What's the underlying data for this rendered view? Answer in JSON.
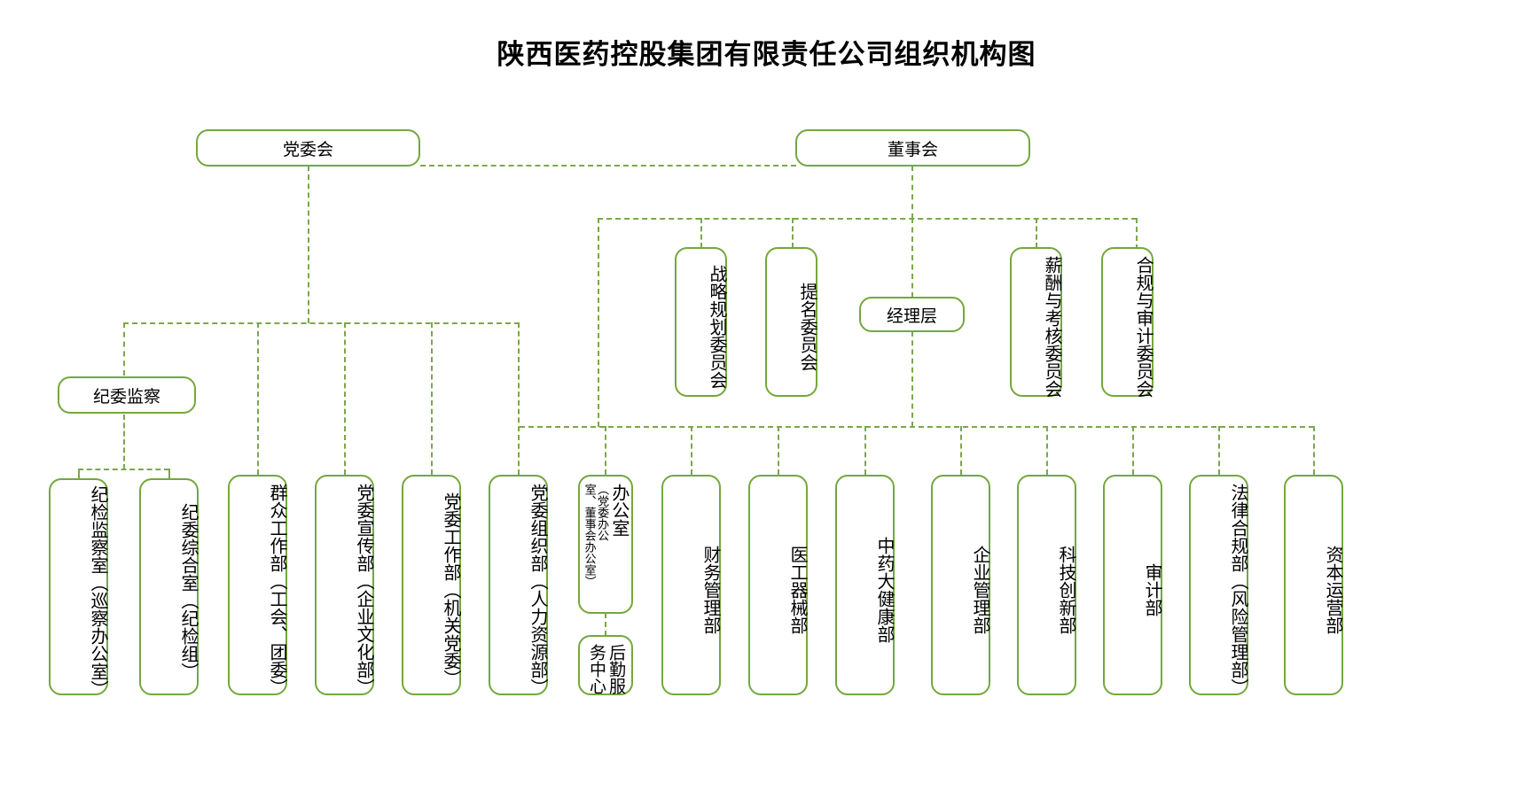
{
  "title": "陕西医药控股集团有限责任公司组织机构图",
  "theme": {
    "line_color": "#7aa84a",
    "box_border_color": "#73a83c",
    "background": "#ffffff",
    "text_color": "#000000"
  },
  "chart_data": {
    "type": "diagram",
    "diagram_kind": "organization-chart",
    "title": "陕西医药控股集团有限责任公司组织机构图",
    "nodes": [
      {
        "id": "n1",
        "label": "党委会",
        "level": "top",
        "orientation": "horizontal"
      },
      {
        "id": "n2",
        "label": "董事会",
        "level": "top",
        "orientation": "horizontal"
      },
      {
        "id": "n3",
        "label": "战略规划委员会",
        "level": "committee",
        "orientation": "vertical"
      },
      {
        "id": "n4",
        "label": "提名委员会",
        "level": "committee",
        "orientation": "vertical"
      },
      {
        "id": "n5",
        "label": "经理层",
        "level": "committee",
        "orientation": "horizontal"
      },
      {
        "id": "n6",
        "label": "薪酬与考核委员会",
        "level": "committee",
        "orientation": "vertical"
      },
      {
        "id": "n7",
        "label": "合规与审计委员会",
        "level": "committee",
        "orientation": "vertical"
      },
      {
        "id": "n8",
        "label": "纪委监察",
        "level": "mid",
        "orientation": "horizontal"
      },
      {
        "id": "n9",
        "label": "纪检监察室（巡察办公室）",
        "level": "dept",
        "orientation": "vertical"
      },
      {
        "id": "n10",
        "label": "纪委综合室（纪检组）",
        "level": "dept",
        "orientation": "vertical"
      },
      {
        "id": "n11",
        "label": "群众工作部（工会、团委）",
        "level": "dept",
        "orientation": "vertical"
      },
      {
        "id": "n12",
        "label": "党委宣传部（企业文化部）",
        "level": "dept",
        "orientation": "vertical"
      },
      {
        "id": "n13",
        "label": "党委工作部（机关党委）",
        "level": "dept",
        "orientation": "vertical"
      },
      {
        "id": "n14",
        "label": "党委组织部（人力资源部）",
        "level": "dept",
        "orientation": "vertical"
      },
      {
        "id": "n15",
        "label": "办公室（党委办公室、董事会办公室）",
        "level": "dept",
        "orientation": "vertical-two-column"
      },
      {
        "id": "n16",
        "label": "后勤服务中心",
        "level": "sub-dept",
        "orientation": "vertical-two-column"
      },
      {
        "id": "n17",
        "label": "财务管理部",
        "level": "dept",
        "orientation": "vertical"
      },
      {
        "id": "n18",
        "label": "医工器械部",
        "level": "dept",
        "orientation": "vertical"
      },
      {
        "id": "n19",
        "label": "中药大健康部",
        "level": "dept",
        "orientation": "vertical"
      },
      {
        "id": "n20",
        "label": "企业管理部",
        "level": "dept",
        "orientation": "vertical"
      },
      {
        "id": "n21",
        "label": "科技创新部",
        "level": "dept",
        "orientation": "vertical"
      },
      {
        "id": "n22",
        "label": "审计部",
        "level": "dept",
        "orientation": "vertical"
      },
      {
        "id": "n23",
        "label": "法律合规部（风险管理部）",
        "level": "dept",
        "orientation": "vertical"
      },
      {
        "id": "n24",
        "label": "资本运营部",
        "level": "dept",
        "orientation": "vertical"
      }
    ],
    "edges": [
      {
        "from": "n1",
        "to": "n2",
        "style": "dashed"
      },
      {
        "from": "n2",
        "to": "n3",
        "style": "dashed"
      },
      {
        "from": "n2",
        "to": "n4",
        "style": "dashed"
      },
      {
        "from": "n2",
        "to": "n5",
        "style": "dashed"
      },
      {
        "from": "n2",
        "to": "n6",
        "style": "dashed"
      },
      {
        "from": "n2",
        "to": "n7",
        "style": "dashed"
      },
      {
        "from": "n1",
        "to": "n8",
        "style": "dashed"
      },
      {
        "from": "n8",
        "to": "n9",
        "style": "dashed"
      },
      {
        "from": "n8",
        "to": "n10",
        "style": "dashed"
      },
      {
        "from": "n1",
        "to": "n11",
        "style": "dashed"
      },
      {
        "from": "n1",
        "to": "n12",
        "style": "dashed"
      },
      {
        "from": "n1",
        "to": "n13",
        "style": "dashed"
      },
      {
        "from": "n1",
        "to": "n14",
        "style": "dashed"
      },
      {
        "from": "n5",
        "to": "n15",
        "style": "dashed"
      },
      {
        "from": "n15",
        "to": "n16",
        "style": "dashed"
      },
      {
        "from": "n5",
        "to": "n17",
        "style": "dashed"
      },
      {
        "from": "n5",
        "to": "n18",
        "style": "dashed"
      },
      {
        "from": "n5",
        "to": "n19",
        "style": "dashed"
      },
      {
        "from": "n5",
        "to": "n20",
        "style": "dashed"
      },
      {
        "from": "n5",
        "to": "n21",
        "style": "dashed"
      },
      {
        "from": "n5",
        "to": "n22",
        "style": "dashed"
      },
      {
        "from": "n5",
        "to": "n23",
        "style": "dashed"
      },
      {
        "from": "n5",
        "to": "n24",
        "style": "dashed"
      }
    ]
  },
  "nodes": {
    "party_committee": "党委会",
    "board_of_directors": "董事会",
    "strategy_committee": "战略规划委员会",
    "nomination_committee": "提名委员会",
    "management_layer": "经理层",
    "remuneration_committee": "薪酬与考核委员会",
    "compliance_audit_committee": "合规与审计委员会",
    "discipline_inspection": "纪委监察",
    "discipline_office": "纪检监察室（巡察办公室）",
    "discipline_general_office": "纪委综合室（纪检组）",
    "mass_work_dept": "群众工作部（工会、团委）",
    "propaganda_dept": "党委宣传部（企业文化部）",
    "party_work_dept": "党委工作部（机关党委）",
    "organization_dept": "党委组织部（人力资源部）",
    "general_office_main": "办公室",
    "general_office_note_col1": "（党委办公",
    "general_office_note_col2": "室、董事会办公室）",
    "logistics_center_col1": "后勤服",
    "logistics_center_col2": "务中心",
    "finance_dept": "财务管理部",
    "medical_device_dept": "医工器械部",
    "tcm_health_dept": "中药大健康部",
    "enterprise_mgmt_dept": "企业管理部",
    "tech_innovation_dept": "科技创新部",
    "audit_dept": "审计部",
    "legal_compliance_dept": "法律合规部（风险管理部）",
    "capital_operation_dept": "资本运营部"
  }
}
